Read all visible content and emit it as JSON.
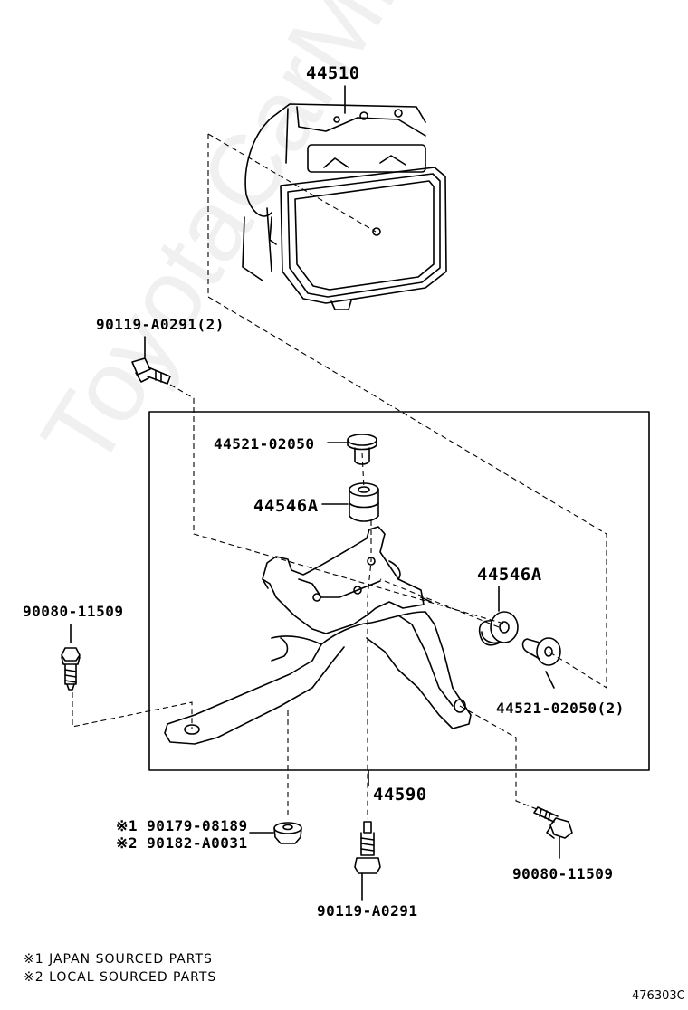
{
  "parts": {
    "abs_unit": "44510",
    "bolt_top_left": "90119-A0291(2)",
    "collar_upper": "44521-02050",
    "cushion_upper": "44546A",
    "cushion_right": "44546A",
    "bolt_left": "90080-11509",
    "collar_right": "44521-02050(2)",
    "bracket": "44590",
    "nut_a": "※1 90179-08189",
    "nut_b": "※2 90182-A0031",
    "bolt_bottom_right": "90080-11509",
    "bolt_bottom": "90119-A0291"
  },
  "notes": {
    "note1": "※1 JAPAN SOURCED PARTS",
    "note2": "※2 LOCAL SOURCED PARTS"
  },
  "diagram_ref": "476303C",
  "watermark": "ToyotaCarMine.ru"
}
